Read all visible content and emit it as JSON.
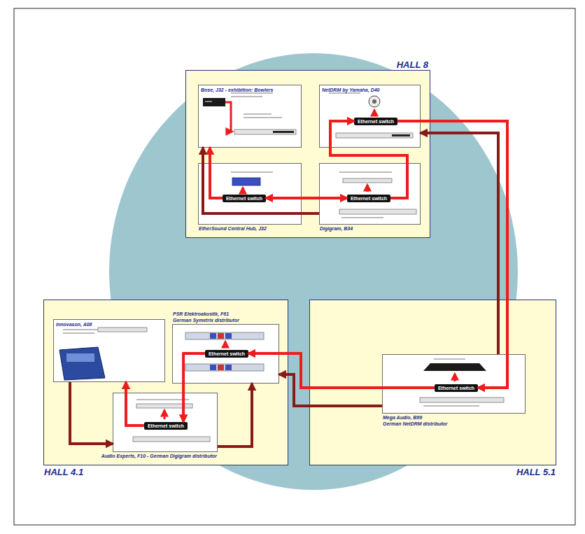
{
  "diagram": {
    "nodes": [
      {
        "text": [
          "HALL 8"
        ]
      },
      {
        "text": [
          "Bose, J32 - exhibition: Bowlers"
        ],
        "in": 0
      },
      {
        "text": [
          "NetDRM by Yamaha, D40"
        ],
        "in": 0
      },
      {
        "text": [
          "EtherSound Central Hub, J32"
        ],
        "in": 0
      },
      {
        "text": [
          "Digigram, B34"
        ],
        "in": 0
      },
      {
        "text": [
          "Ethernet switch"
        ],
        "in": 2
      },
      {
        "text": [
          "Ethernet switch"
        ],
        "in": 3
      },
      {
        "text": [
          "Ethernet switch"
        ],
        "in": 4
      },
      {
        "text": [
          "HALL 4.1"
        ]
      },
      {
        "text": [
          "Innovason, A08"
        ],
        "in": 8
      },
      {
        "text": [
          "PSR Elektroakustik, F61",
          "German Symetrix distributor"
        ],
        "in": 8
      },
      {
        "text": [
          "Ethernet switch"
        ],
        "in": 10
      },
      {
        "text": [
          "Audio Experts, F10 - German Digigram distributor"
        ],
        "in": 8
      },
      {
        "text": [
          "Ethernet switch"
        ],
        "in": 12
      },
      {
        "text": [
          "HALL 5.1"
        ]
      },
      {
        "text": [
          "Mega Audio, B99",
          "German NetDRM distributor"
        ],
        "in": 14
      },
      {
        "text": [
          "Ethernet switch"
        ],
        "in": 15
      }
    ],
    "edges": [
      {
        "from": 6,
        "to": 1,
        "arrow": "to"
      },
      {
        "from": 6,
        "to": 7,
        "arrow": "both"
      },
      {
        "from": 7,
        "to": 5,
        "arrow": "to"
      },
      {
        "from": 5,
        "to": 16,
        "arrow": "to"
      },
      {
        "from": 4,
        "to": 1,
        "arrow": "to"
      },
      {
        "from": 15,
        "to": 2,
        "arrow": "to"
      },
      {
        "from": 16,
        "to": 11,
        "arrow": "to"
      },
      {
        "from": 15,
        "to": 10,
        "arrow": "to"
      },
      {
        "from": 11,
        "to": 13,
        "arrow": "to"
      },
      {
        "from": 13,
        "to": 9,
        "arrow": "to"
      },
      {
        "from": 9,
        "to": 12,
        "arrow": "to"
      },
      {
        "from": 12,
        "to": 10,
        "arrow": "to"
      }
    ]
  }
}
